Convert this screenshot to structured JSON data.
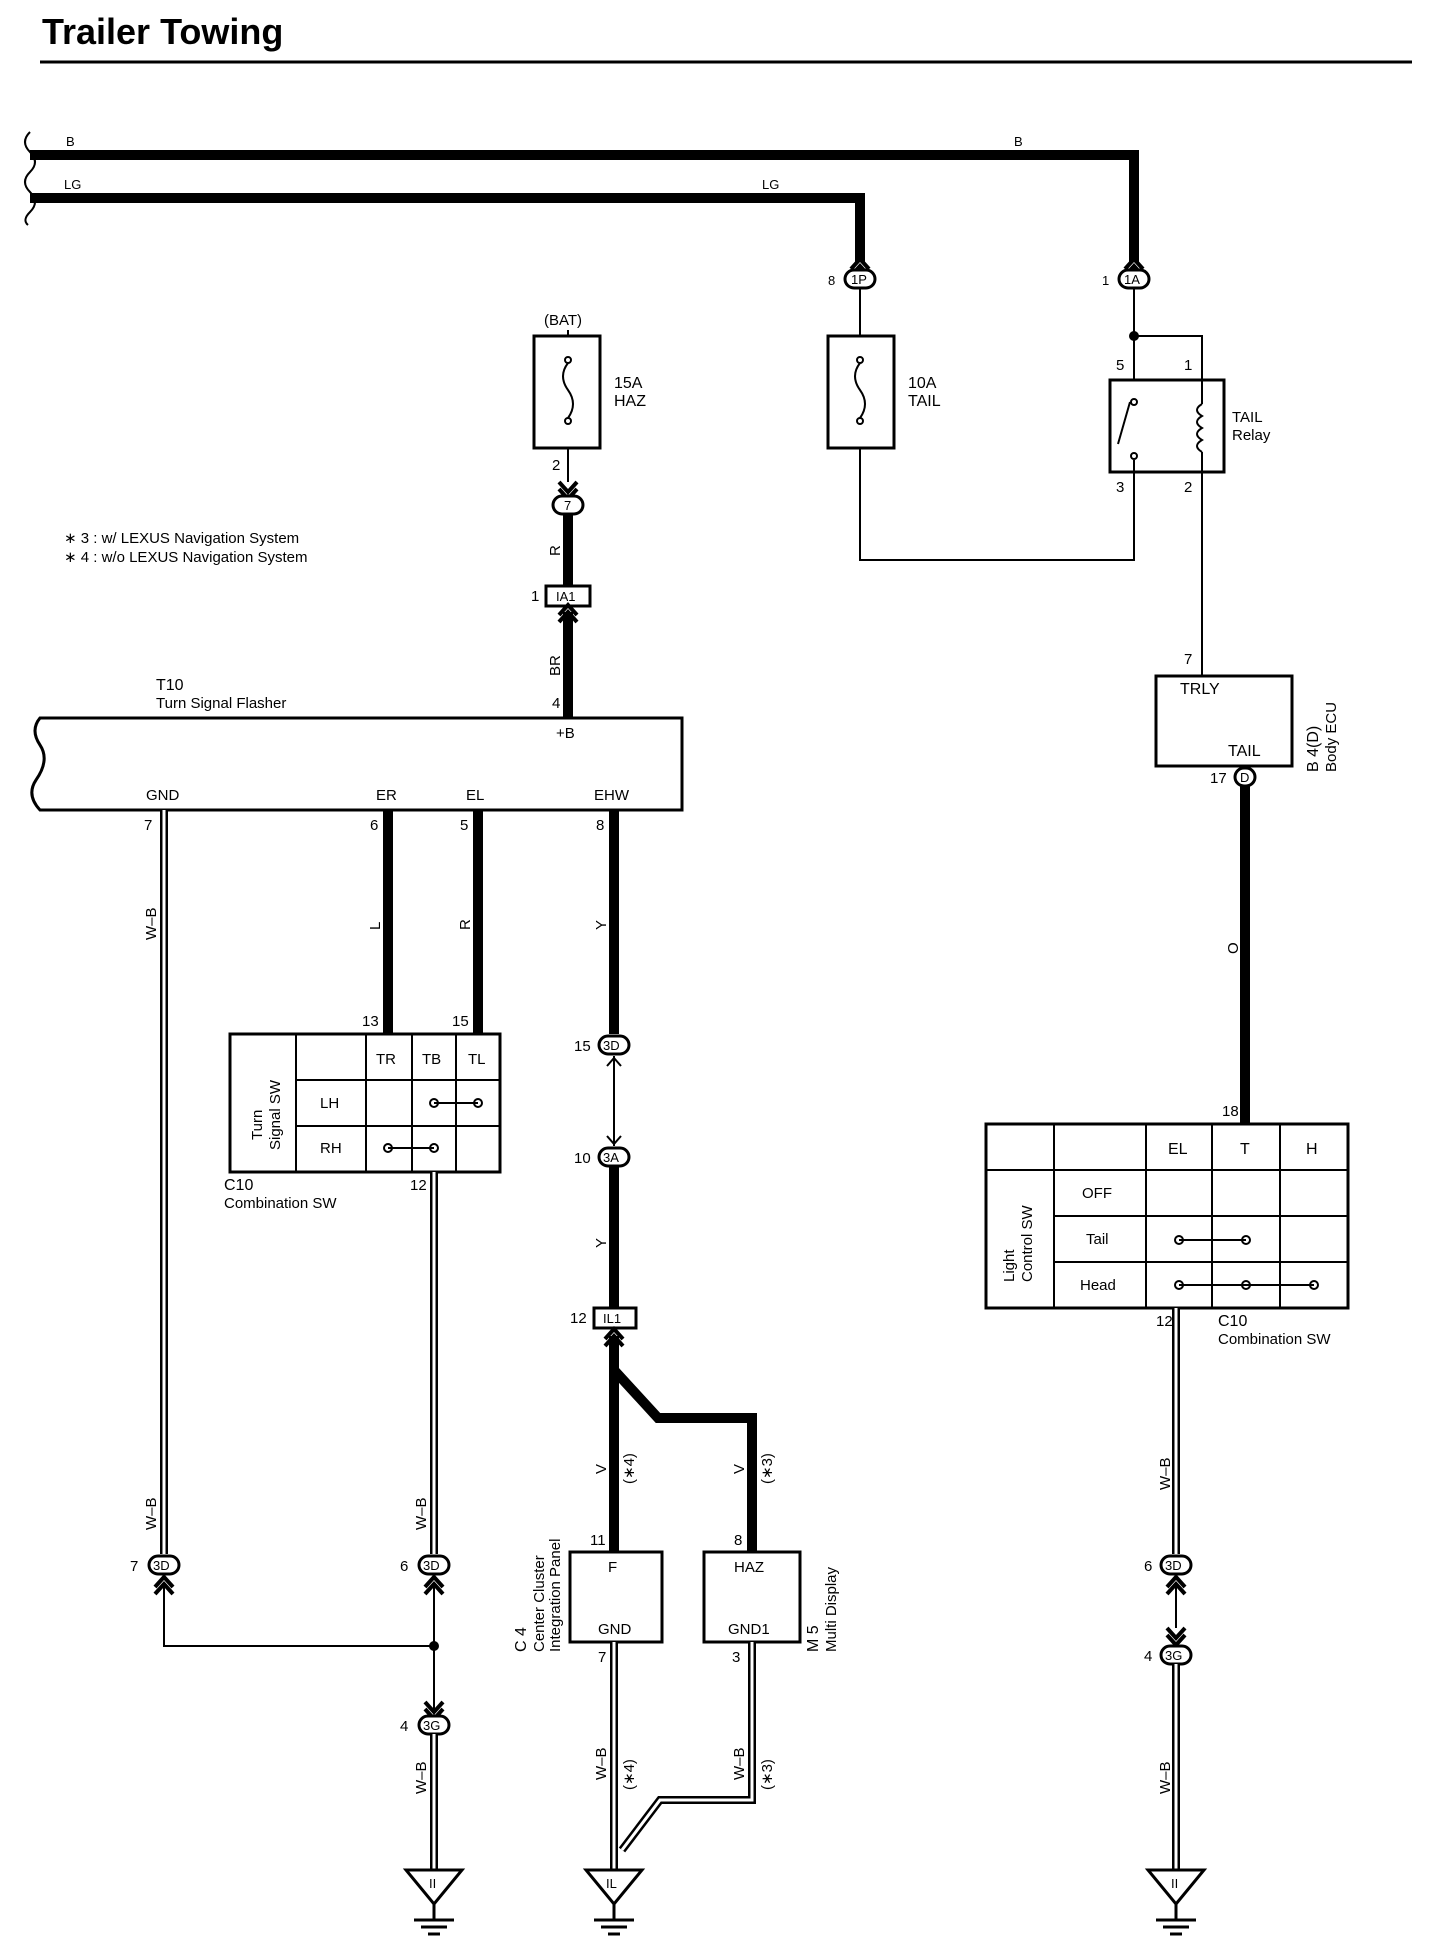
{
  "title": "Trailer Towing",
  "notes": [
    "∗ 3 : w/ LEXUS Navigation System",
    "∗ 4 : w/o LEXUS Navigation System"
  ],
  "wires": {
    "b_top_left": "B",
    "b_top_right": "B",
    "lg_top_left": "LG",
    "lg_top_right": "LG",
    "r_haz": "R",
    "br": "BR",
    "l": "L",
    "r_el": "R",
    "y1": "Y",
    "y2": "Y",
    "wb_gnd": "W–B",
    "wb_12": "W–B",
    "wb_left_lower": "W–B",
    "wb_mid_lower": "W–B",
    "v_f": "V",
    "v_haz": "V",
    "wb_c4": "W–B",
    "wb_m5": "W–B",
    "o": "O",
    "wb_right_upper": "W–B",
    "wb_right_lower": "W–B",
    "n4a": "(∗4)",
    "n3a": "(∗3)",
    "n4b": "(∗4)",
    "n3b": "(∗3)"
  },
  "connectors": {
    "c1p": "1P",
    "c1a": "1A",
    "c7": "7",
    "ia1": "IA1",
    "c3d_15": "3D",
    "c3a": "3A",
    "il1": "IL1",
    "c3d_7": "3D",
    "c3d_6": "3D",
    "c3g_4": "3G",
    "c3d_right": "3D",
    "c3g_right": "3G",
    "pin_d": "D"
  },
  "pins": {
    "p8_1p": "8",
    "p1_1a": "1",
    "p2_haz": "2",
    "p1_ia1": "1",
    "p4_b": "4",
    "p7_gnd": "7",
    "p6_er": "6",
    "p5_el": "5",
    "p8_ehw": "8",
    "p13": "13",
    "p15": "15",
    "p12_c10": "12",
    "p15_3d": "15",
    "p10_3a": "10",
    "p12_il1": "12",
    "p11": "11",
    "p8_haz": "8",
    "p7_c4": "7",
    "p3_m5": "3",
    "p7_3d": "7",
    "p6_3d": "6",
    "p4_3g": "4",
    "r5": "5",
    "r1": "1",
    "r3": "3",
    "r2": "2",
    "p7_trly": "7",
    "p17": "17",
    "p18": "18",
    "p12_right": "12",
    "p6_right": "6",
    "p4_right": "4"
  },
  "components": {
    "bat": "(BAT)",
    "fuse_haz": {
      "rating": "15A",
      "name": "HAZ"
    },
    "fuse_tail": {
      "rating": "10A",
      "name": "TAIL"
    },
    "tail_relay": {
      "line1": "TAIL",
      "line2": "Relay"
    },
    "flasher": {
      "code": "T10",
      "name": "Turn Signal Flasher",
      "plus_b": "+B",
      "gnd": "GND",
      "er": "ER",
      "el": "EL",
      "ehw": "EHW"
    },
    "turn_sw": {
      "title1": "Turn",
      "title2": "Signal SW",
      "cols": [
        "TR",
        "TB",
        "TL"
      ],
      "rows": [
        "LH",
        "RH"
      ],
      "code": "C10",
      "name": "Combination SW"
    },
    "light_sw": {
      "title1": "Light",
      "title2": "Control SW",
      "cols": [
        "EL",
        "T",
        "H"
      ],
      "rows": [
        "OFF",
        "Tail",
        "Head"
      ],
      "code": "C10",
      "name": "Combination SW"
    },
    "body_ecu": {
      "trly": "TRLY",
      "tail": "TAIL",
      "code": "B 4(D)",
      "name": "Body ECU"
    },
    "c4": {
      "f": "F",
      "gnd": "GND",
      "code": "C 4",
      "name1": "Center Cluster",
      "name2": "Integration Panel"
    },
    "m5": {
      "haz": "HAZ",
      "gnd1": "GND1",
      "code": "M 5",
      "name": "Multi Display"
    },
    "grounds": {
      "g_left": "II",
      "g_mid": "IL",
      "g_right": "II"
    }
  }
}
